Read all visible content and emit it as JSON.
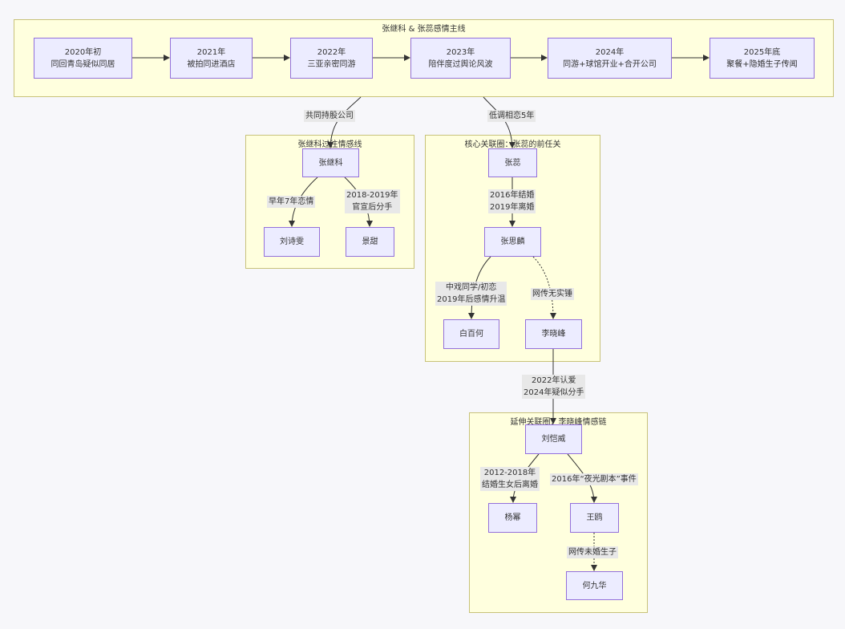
{
  "main_cluster": {
    "title": "张继科 & 张蕊感情主线",
    "nodes": [
      {
        "line1": "2020年初",
        "line2": "同回青岛疑似同居"
      },
      {
        "line1": "2021年",
        "line2": "被拍同进酒店"
      },
      {
        "line1": "2022年",
        "line2": "三亚亲密同游"
      },
      {
        "line1": "2023年",
        "line2": "陪伴度过舆论风波"
      },
      {
        "line1": "2024年",
        "line2": "同游+球馆开业+合开公司"
      },
      {
        "line1": "2025年底",
        "line2": "聚餐+隐婚生子传闻"
      }
    ]
  },
  "edge_labels": {
    "shared_company": "共同持股公司",
    "low_profile": "低调相恋5年",
    "zjk_lsw": "早年7年恋情",
    "zjk_jt": {
      "line1": "2018-2019年",
      "line2": "官宣后分手"
    },
    "zr_zsl": {
      "line1": "2016年结婚",
      "line2": "2019年离婚"
    },
    "zsl_bbh": {
      "line1": "中戏同学/初恋",
      "line2": "2019年后感情升温"
    },
    "zsl_lxf": "网传无实锤",
    "lxf_lkw": {
      "line1": "2022年认爱",
      "line2": "2024年疑似分手"
    },
    "lkw_ym": {
      "line1": "2012-2018年",
      "line2": "结婚生女后离婚"
    },
    "lkw_wo": "2016年“夜光剧本”事件",
    "wo_hjh": "网传未婚生子"
  },
  "zjk_cluster": {
    "title": "张继科过往情感线",
    "center": "张继科",
    "left": "刘诗雯",
    "right": "景甜"
  },
  "core_cluster": {
    "title": "核心关联圈：张蕊的前任关",
    "top": "张蕊",
    "mid": "张思麟",
    "left": "白百何",
    "right": "李晓峰"
  },
  "ext_cluster": {
    "title": "延伸关联圈：李晓峰情感链",
    "top": "刘恺威",
    "left": "杨幂",
    "right": "王鸥",
    "bottom": "何九华"
  }
}
